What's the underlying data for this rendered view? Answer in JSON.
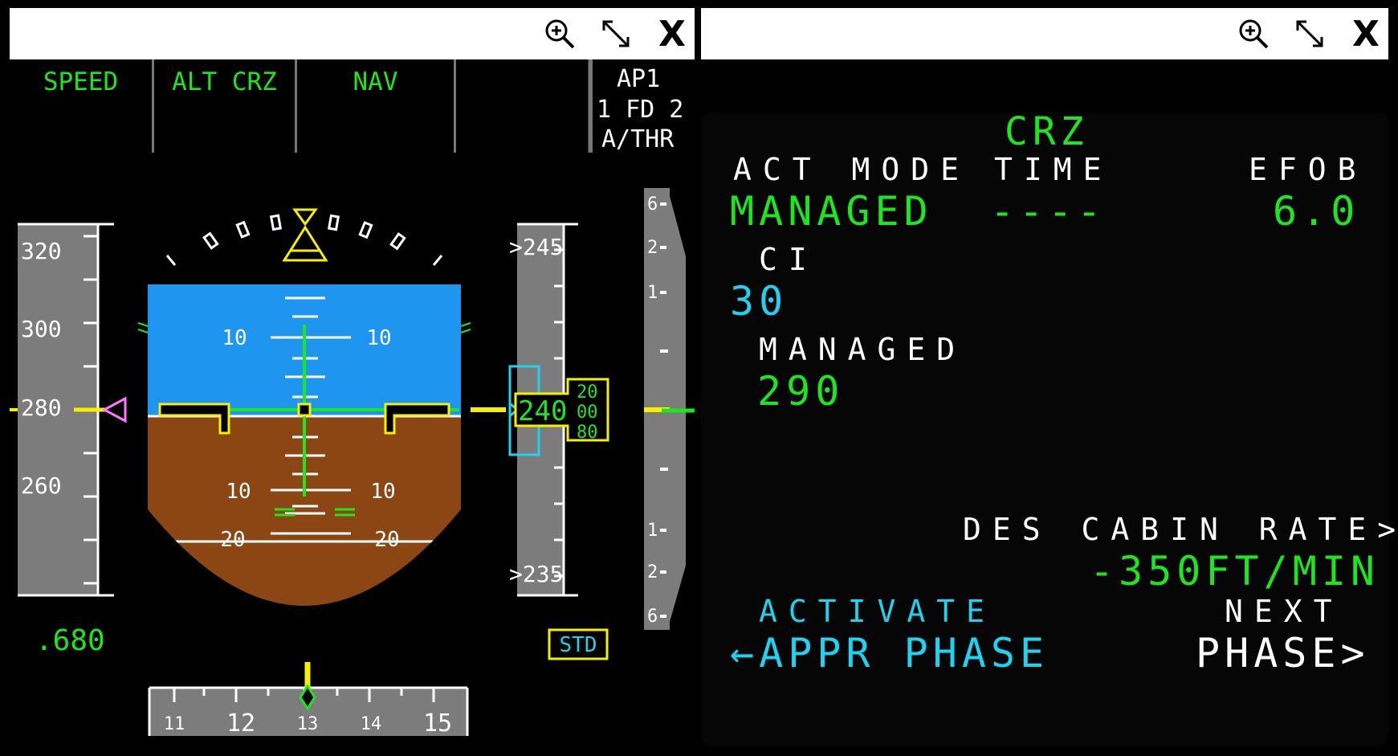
{
  "colors": {
    "green": "#1ee61e",
    "cyan": "#1ed2f0",
    "yellow": "#f4f000",
    "sky": "#1e96f0",
    "ground": "#8c4614",
    "tape": "#7c7c7c",
    "magenta": "#ff78ff"
  },
  "left_window": {
    "icons": [
      "zoom-in-icon",
      "expand-icon",
      "close-icon"
    ],
    "close_label": "X"
  },
  "right_window": {
    "icons": [
      "zoom-in-icon",
      "expand-icon",
      "close-icon"
    ],
    "close_label": "X"
  },
  "pfd": {
    "fma": {
      "speed": "SPEED",
      "vertical": "ALT CRZ",
      "lateral": "NAV",
      "ap": "AP1",
      "fd": "1 FD 2",
      "athr": "A/THR"
    },
    "speed_tape": {
      "ticks": [
        "320",
        "300",
        "280",
        "260"
      ],
      "mach": ".680"
    },
    "attitude": {
      "pitch_up": [
        "10",
        "10"
      ],
      "pitch_down": [
        "10",
        "10",
        "20",
        "20"
      ]
    },
    "altitude_tape": {
      "upper": "245",
      "lower": "235",
      "current_hundreds": "240",
      "rolling": [
        "20",
        "00",
        "80"
      ],
      "upper_marker": ">",
      "lower_marker": ">",
      "baro": "STD"
    },
    "vs_scale": {
      "up": [
        "6",
        "2",
        "1"
      ],
      "down": [
        "1",
        "2",
        "6"
      ]
    },
    "heading": {
      "labels": [
        "11",
        "12",
        "13",
        "14",
        "15"
      ]
    }
  },
  "mcdu": {
    "title": "CRZ",
    "act_mode_label": "ACT MODE",
    "time_label": "TIME",
    "efob_label": "EFOB",
    "act_mode_value": "MANAGED",
    "time_value": "----",
    "efob_value": "6.0",
    "ci_label": "CI",
    "ci_value": "30",
    "managed_label": "MANAGED",
    "managed_value": "290",
    "des_cabin_rate_label": "DES CABIN RATE>",
    "des_cabin_rate_value": "-350FT/MIN",
    "activate_label": "ACTIVATE",
    "appr_phase": "←APPR PHASE",
    "next_label": "NEXT",
    "next_phase": "PHASE>"
  }
}
